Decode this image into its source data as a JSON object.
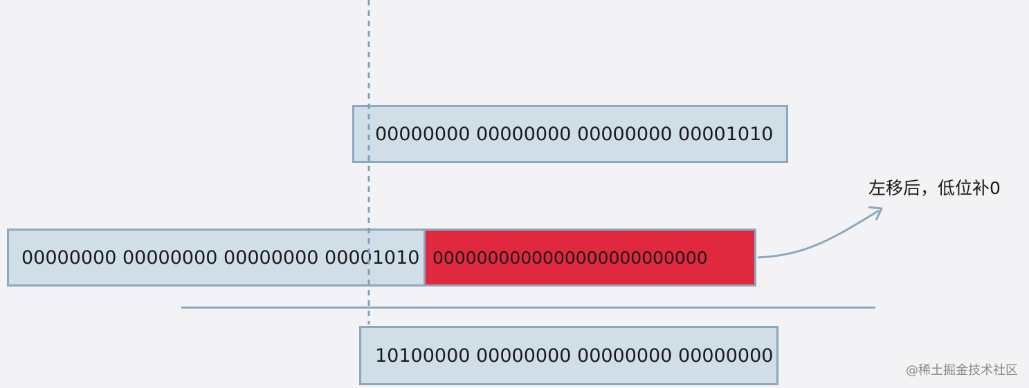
{
  "rows": {
    "original": "00000000 00000000 00000000 00001010",
    "shifted": "00000000 00000000 00000000 00001010",
    "padded_zeros": "0000000000000000000000000",
    "result": "10100000 00000000 00000000 00000000"
  },
  "annotation": "左移后，低位补0",
  "watermark": "@稀土掘金技术社区",
  "colors": {
    "background": "#f3f3f5",
    "box_fill": "#d0dee8",
    "box_border": "#8ca8bf",
    "padding_fill": "#e0283f"
  }
}
